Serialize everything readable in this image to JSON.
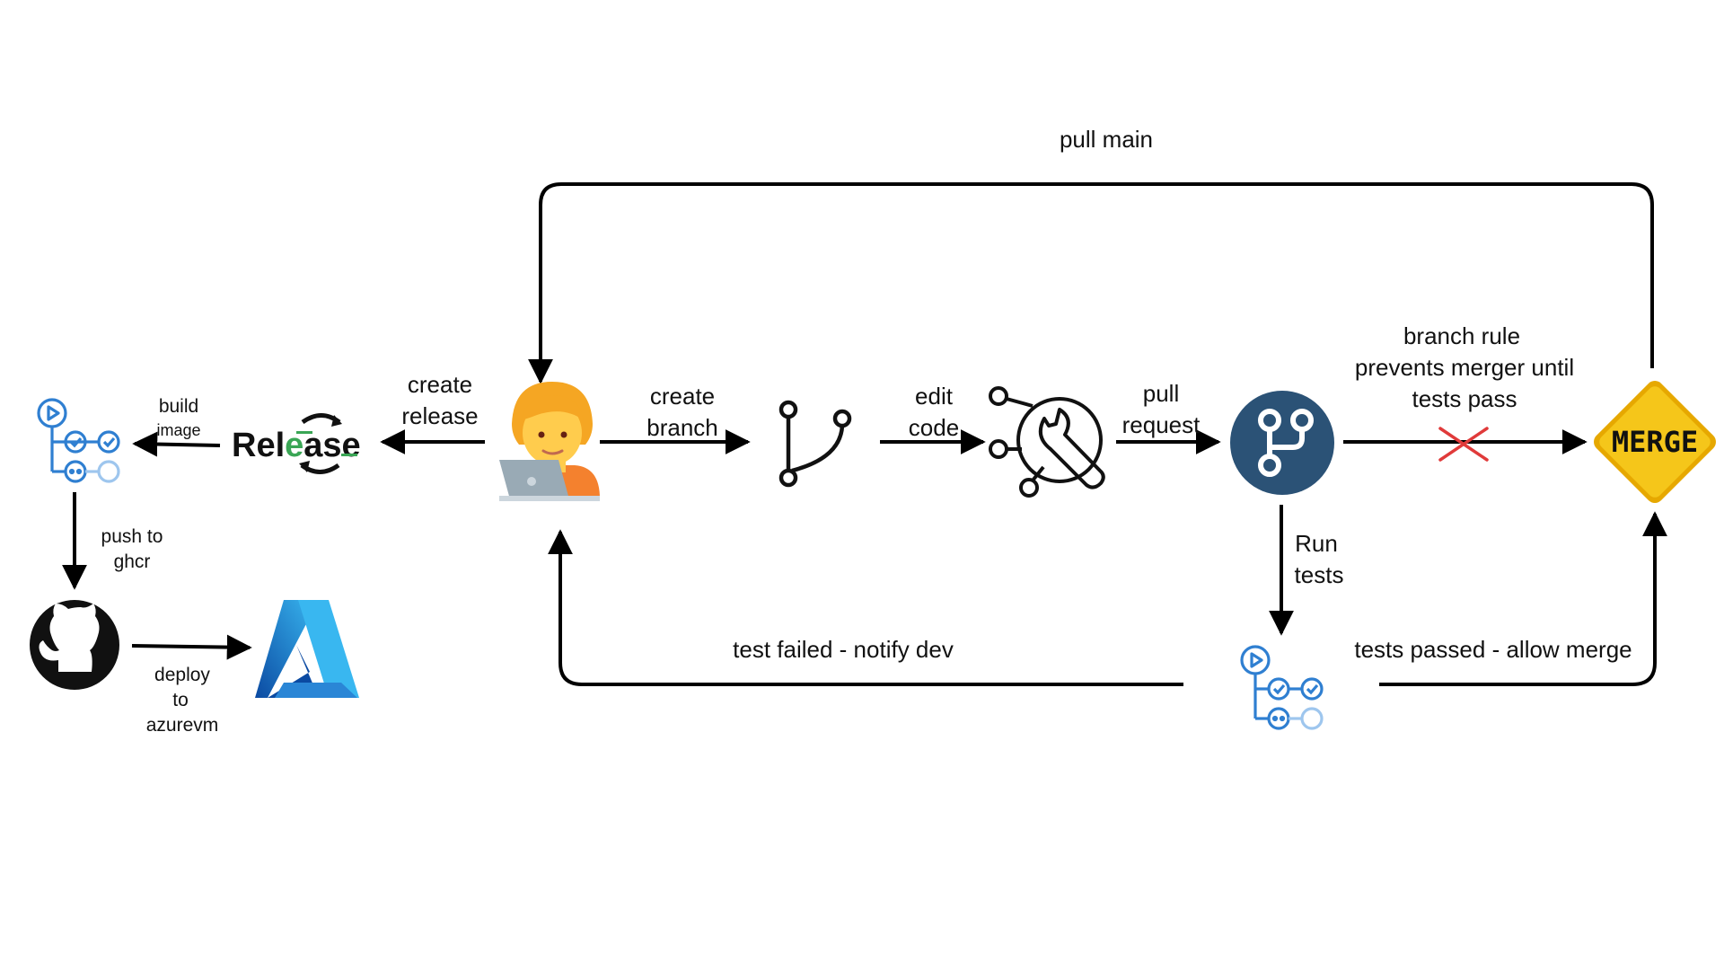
{
  "labels": {
    "pull_main": "pull main",
    "build_image_1": "build",
    "build_image_2": "image",
    "create_release_1": "create",
    "create_release_2": "release",
    "create_branch_1": "create",
    "create_branch_2": "branch",
    "edit_code_1": "edit",
    "edit_code_2": "code",
    "pull_request_1": "pull",
    "pull_request_2": "request",
    "branch_rule_1": "branch rule",
    "branch_rule_2": "prevents merger until",
    "branch_rule_3": "tests pass",
    "run_tests_1": "Run",
    "run_tests_2": "tests",
    "push_ghcr_1": "push to",
    "push_ghcr_2": "ghcr",
    "deploy_1": "deploy",
    "deploy_2": "to",
    "deploy_3": "azurevm",
    "test_failed": "test failed - notify dev",
    "tests_passed": "tests passed - allow merge"
  },
  "logos": {
    "release_text_1": "Rel",
    "release_text_2": "e",
    "release_text_3": "ase",
    "merge_text": "MERGE"
  },
  "icons": {
    "workflow": "github-actions-workflow-icon",
    "release": "release-logo-icon",
    "developer": "developer-laptop-icon",
    "branch": "git-branch-icon",
    "edit": "code-tools-icon",
    "pr": "pull-request-icon",
    "merge": "merge-sign-icon",
    "github": "github-icon",
    "azure": "azure-icon"
  },
  "colors": {
    "arrow": "#000000",
    "workflow_blue": "#2f7fd1",
    "workflow_light": "#9ec6ee",
    "release_green": "#3aa655",
    "pr_circle": "#2b5276",
    "merge_yellow": "#f5c61a",
    "blocked_x": "#e03a3a",
    "azure_dark": "#0b4aa2",
    "azure_light": "#39b7f0"
  }
}
